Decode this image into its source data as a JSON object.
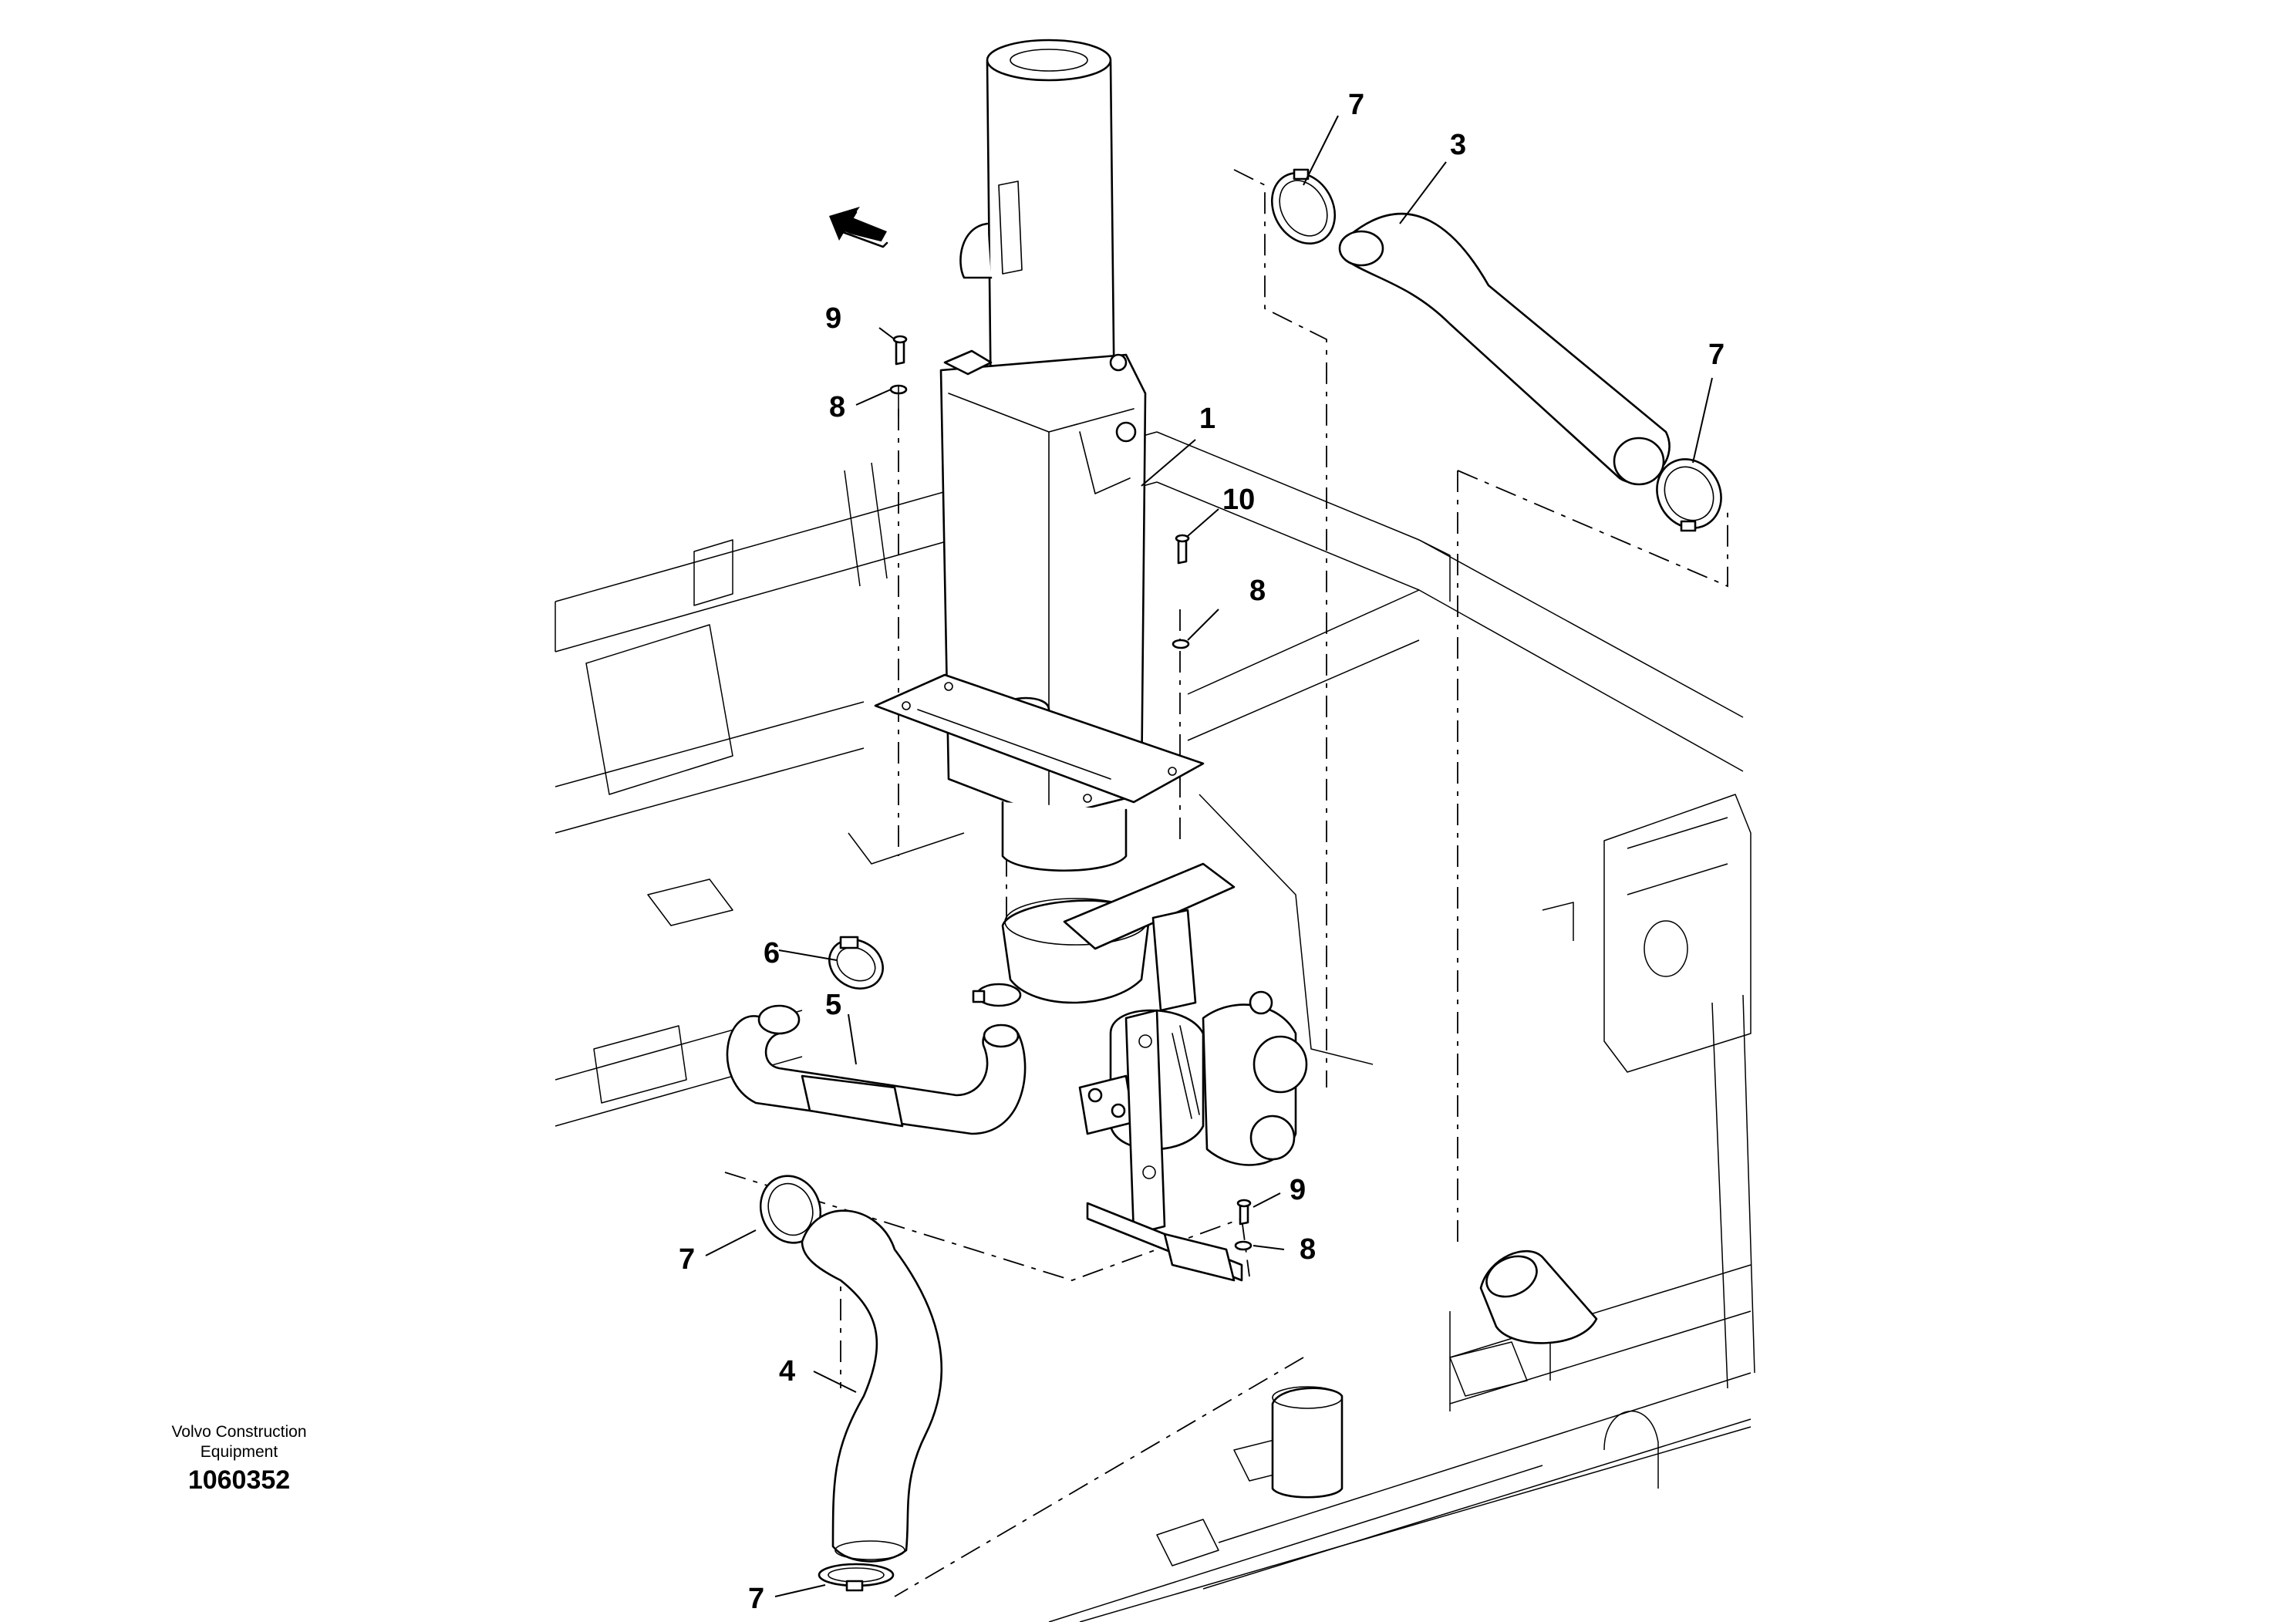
{
  "diagram": {
    "callouts": [
      {
        "id": "c1",
        "label": "1"
      },
      {
        "id": "c3",
        "label": "3"
      },
      {
        "id": "c4",
        "label": "4"
      },
      {
        "id": "c5",
        "label": "5"
      },
      {
        "id": "c6",
        "label": "6"
      },
      {
        "id": "c7a",
        "label": "7"
      },
      {
        "id": "c7b",
        "label": "7"
      },
      {
        "id": "c7c",
        "label": "7"
      },
      {
        "id": "c7d",
        "label": "7"
      },
      {
        "id": "c8a",
        "label": "8"
      },
      {
        "id": "c8b",
        "label": "8"
      },
      {
        "id": "c8c",
        "label": "8"
      },
      {
        "id": "c9a",
        "label": "9"
      },
      {
        "id": "c9b",
        "label": "9"
      },
      {
        "id": "c10",
        "label": "10"
      }
    ]
  },
  "footer": {
    "brand_line1": "Volvo Construction",
    "brand_line2": "Equipment",
    "drawing_number": "1060352"
  }
}
